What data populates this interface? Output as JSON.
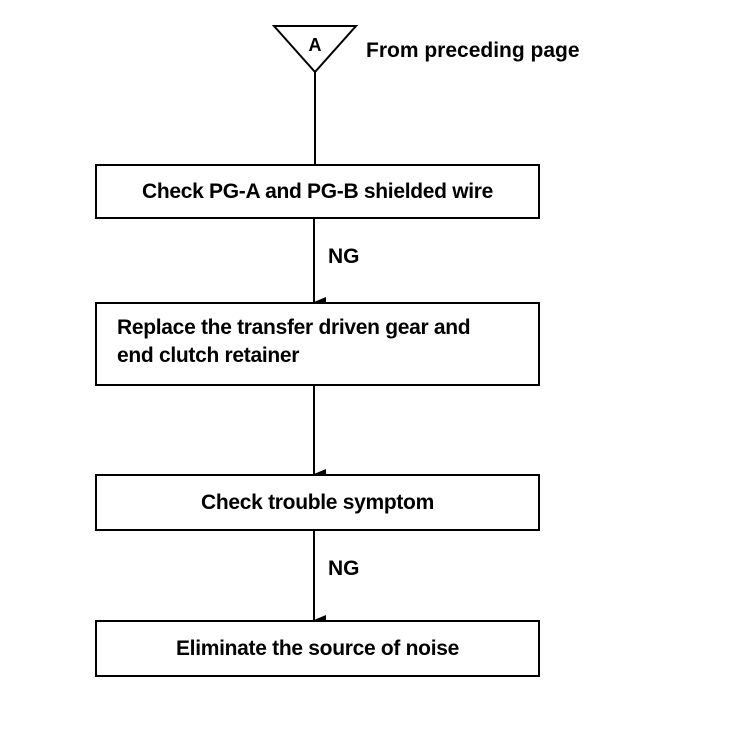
{
  "connector": {
    "letter": "A",
    "note": "From preceding page"
  },
  "steps": [
    {
      "lines": [
        "Check PG-A and PG-B shielded wire"
      ]
    },
    {
      "lines": [
        "Replace the transfer driven gear and",
        "end clutch retainer"
      ]
    },
    {
      "lines": [
        "Check trouble symptom"
      ]
    },
    {
      "lines": [
        "Eliminate the source of noise"
      ]
    }
  ],
  "transitions": [
    {
      "label": "NG"
    },
    {
      "label": ""
    },
    {
      "label": "NG"
    }
  ]
}
